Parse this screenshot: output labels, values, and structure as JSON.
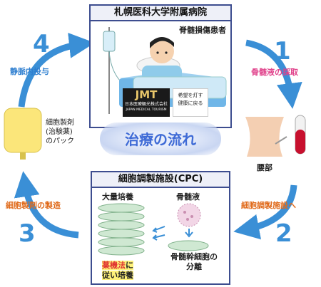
{
  "hospital_box": {
    "title": "札幌医科大学附属病院",
    "patient_label": "脊髄損傷患者"
  },
  "logo": {
    "mark": "JMT",
    "company": "日本医療観光株式会社",
    "company_en": "JAPAN MEDICAL TOURISM",
    "slogan_line1": "希望を灯す",
    "slogan_line2": "健康に戻る"
  },
  "center_label": "治療の流れ",
  "steps": [
    {
      "number": "1",
      "label": "骨髄液の採取"
    },
    {
      "number": "2",
      "label": "細胞調製施設へ"
    },
    {
      "number": "3",
      "label": "細胞製剤の製造"
    },
    {
      "number": "4",
      "label": "静脈内投与"
    }
  ],
  "harvest": {
    "waist_label": "腰部"
  },
  "bag": {
    "line1": "細胞製剤",
    "line2": "(治験薬)",
    "line3": "のパック"
  },
  "cpc_box": {
    "title": "細胞調製施設(CPC)",
    "culture_label": "大量培養",
    "marrow_label": "骨髄液",
    "separation_line1": "骨髄幹細胞の",
    "separation_line2": "分離",
    "law_highlight": "薬機法",
    "law_suffix": "に",
    "law_line2": "従い培養"
  },
  "colors": {
    "arrow_blue": "#3a8fd6",
    "box_border": "#3d4d8f",
    "step1_label": "#e0408a",
    "step2_label": "#e06a1a",
    "step3_label": "#e06a1a",
    "step4_label": "#2f7fd0",
    "law_highlight_bg": "#fff27a",
    "law_text": "#e03030",
    "blood": "#c8102e"
  }
}
